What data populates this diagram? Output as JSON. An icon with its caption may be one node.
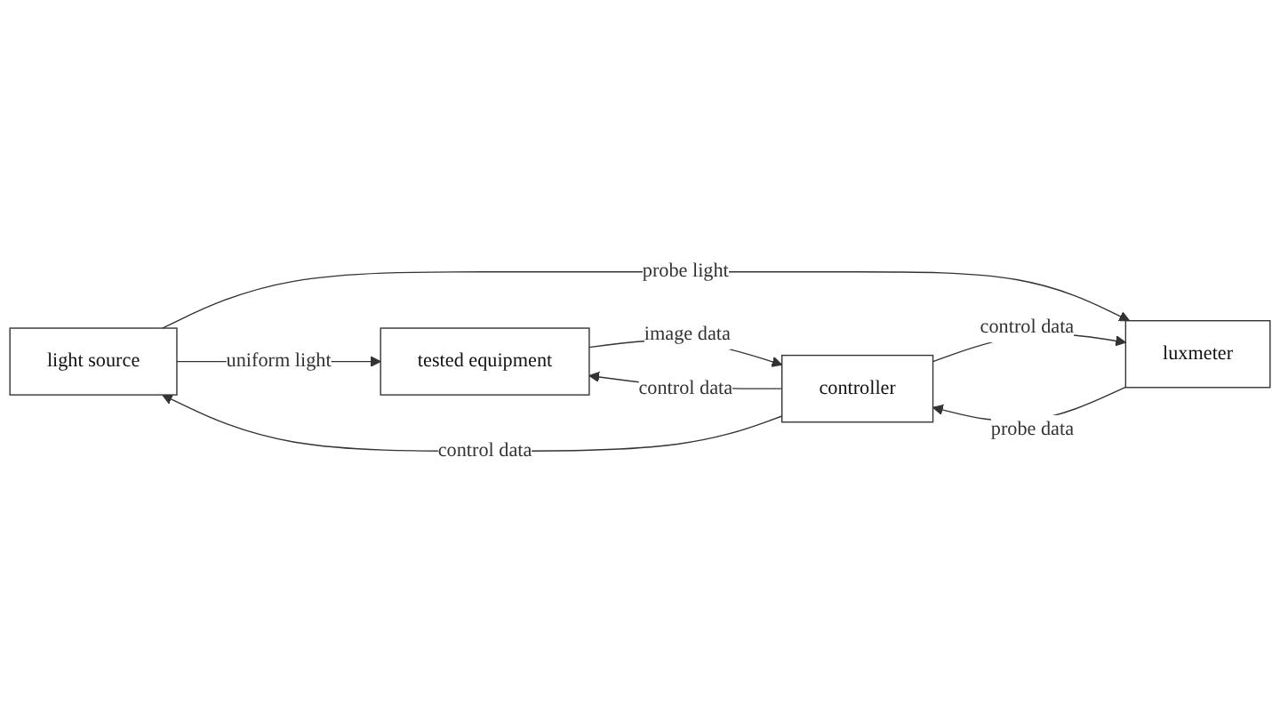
{
  "diagram": {
    "nodes": [
      {
        "text": [
          "light source"
        ]
      },
      {
        "text": [
          "tested equipment"
        ]
      },
      {
        "text": [
          "controller"
        ]
      },
      {
        "text": [
          "luxmeter"
        ]
      }
    ],
    "edges": [
      {
        "from": 0,
        "to": 1,
        "arrow": "to",
        "label": "uniform light"
      },
      {
        "from": 2,
        "to": 1,
        "arrow": "to",
        "label": "control data"
      },
      {
        "from": 1,
        "to": 2,
        "arrow": "to",
        "label": "image data"
      },
      {
        "from": 2,
        "to": 0,
        "arrow": "to",
        "label": "control data"
      },
      {
        "from": 0,
        "to": 3,
        "arrow": "to",
        "label": "probe light"
      },
      {
        "from": 2,
        "to": 3,
        "arrow": "to",
        "label": "control data"
      },
      {
        "from": 3,
        "to": 2,
        "arrow": "to",
        "label": "probe data"
      }
    ]
  }
}
